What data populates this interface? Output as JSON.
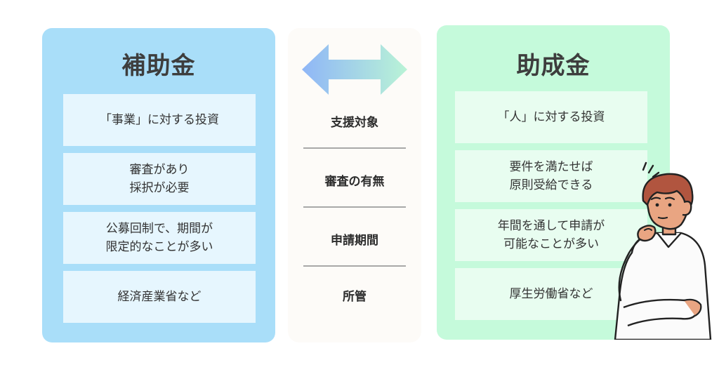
{
  "left_panel": {
    "title": "補助金",
    "cells": [
      "「事業」に対する投資",
      "審査があり\n採択が必要",
      "公募回制で、期間が\n限定的なことが多い",
      "経済産業省など"
    ]
  },
  "criteria": [
    "支援対象",
    "審査の有無",
    "申請期間",
    "所管"
  ],
  "right_panel": {
    "title": "助成金",
    "cells": [
      "「人」に対する投資",
      "要件を満たせば\n原則受給できる",
      "年間を通して申請が\n可能なことが多い",
      "厚生労働省など"
    ]
  },
  "colors": {
    "left_panel_bg": "#a9def9",
    "right_panel_bg": "#c5fadb",
    "arrow_start": "#8fb6f7",
    "arrow_end": "#b9f3d6"
  },
  "icons": [
    "double-arrow-icon",
    "thinking-person-icon"
  ]
}
